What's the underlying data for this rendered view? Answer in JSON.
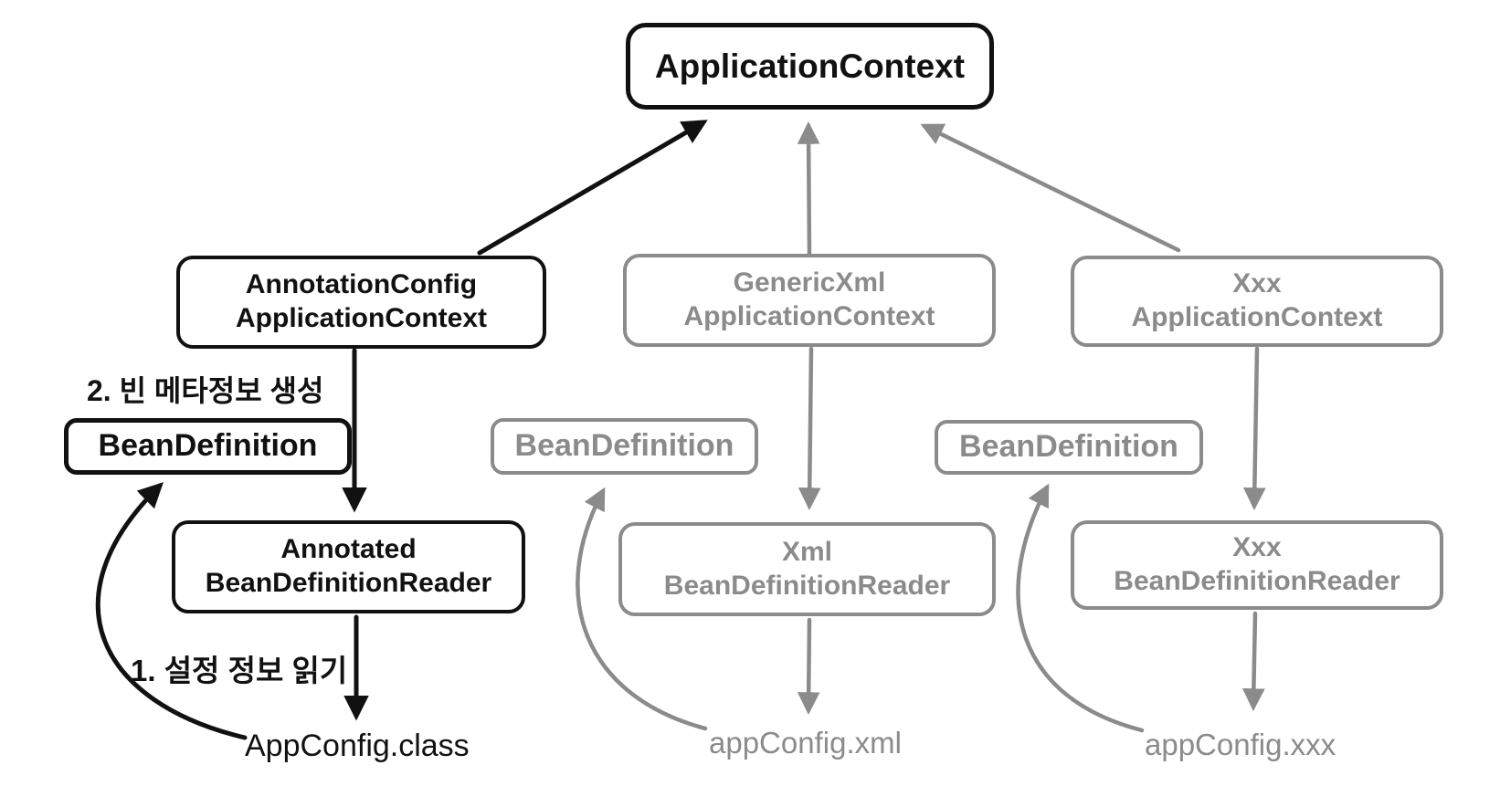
{
  "nodes": {
    "application_context": {
      "label": "ApplicationContext"
    },
    "annotation_config_application_context": {
      "line1": "AnnotationConfig",
      "line2": "ApplicationContext"
    },
    "generic_xml_application_context": {
      "line1": "GenericXml",
      "line2": "ApplicationContext"
    },
    "xxx_application_context": {
      "line1": "Xxx",
      "line2": "ApplicationContext"
    },
    "bean_definition_annotation": {
      "label": "BeanDefinition"
    },
    "bean_definition_xml": {
      "label": "BeanDefinition"
    },
    "bean_definition_xxx": {
      "label": "BeanDefinition"
    },
    "annotated_bean_definition_reader": {
      "line1": "Annotated",
      "line2": "BeanDefinitionReader"
    },
    "xml_bean_definition_reader": {
      "line1": "Xml",
      "line2": "BeanDefinitionReader"
    },
    "xxx_bean_definition_reader": {
      "line1": "Xxx",
      "line2": "BeanDefinitionReader"
    }
  },
  "config_sources": {
    "app_config_class": "AppConfig.class",
    "app_config_xml": "appConfig.xml",
    "app_config_xxx": "appConfig.xxx"
  },
  "annotations": {
    "step_2_label": "2. 빈 메타정보 생성",
    "step_1_label": "1. 설정 정보 읽기"
  },
  "colors": {
    "active": "#111111",
    "inactive": "#8b8b8b",
    "background": "#ffffff"
  }
}
